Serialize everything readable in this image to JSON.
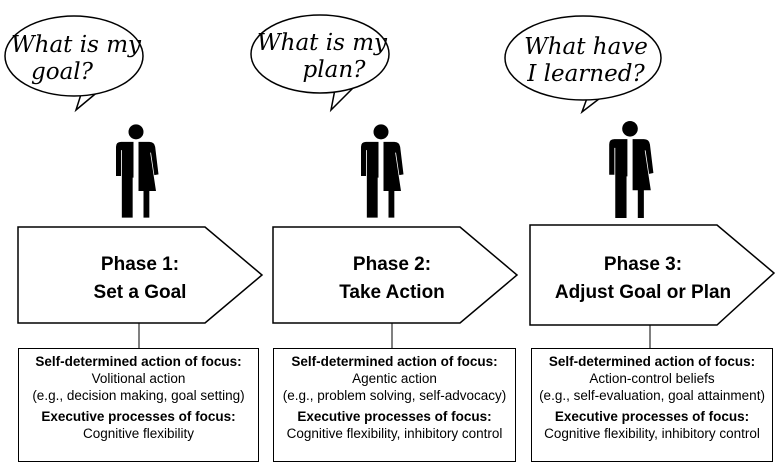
{
  "phases": [
    {
      "bubble_lines": [
        "What is my",
        "goal?"
      ],
      "title_lines": [
        "Phase 1:",
        "Set a Goal"
      ],
      "sda_heading": "Self-determined action of focus:",
      "sda_value": "Volitional action",
      "sda_example": "(e.g., decision making, goal setting)",
      "exec_heading": "Executive processes of focus:",
      "exec_value": "Cognitive flexibility"
    },
    {
      "bubble_lines": [
        "What is my",
        "plan?"
      ],
      "title_lines": [
        "Phase 2:",
        "Take Action"
      ],
      "sda_heading": "Self-determined action of focus:",
      "sda_value": "Agentic action",
      "sda_example": "(e.g., problem solving, self-advocacy)",
      "exec_heading": "Executive processes of focus:",
      "exec_value": "Cognitive flexibility, inhibitory control"
    },
    {
      "bubble_lines": [
        "What have",
        "I learned?"
      ],
      "title_lines": [
        "Phase 3:",
        "Adjust Goal or Plan"
      ],
      "sda_heading": "Self-determined action of focus:",
      "sda_value": "Action-control beliefs",
      "sda_example": "(e.g., self-evaluation, goal attainment)",
      "exec_heading": "Executive processes of focus:",
      "exec_value": "Cognitive flexibility, inhibitory control"
    }
  ],
  "icons": {
    "person": "person-icon",
    "bubble": "speech-bubble-icon"
  }
}
